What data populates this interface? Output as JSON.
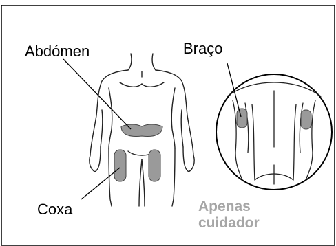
{
  "labels": {
    "abdomen": "Abdómen",
    "arm": "Braço",
    "thigh": "Coxa",
    "caregiver_only": "Apenas cuidador"
  },
  "colors": {
    "outline": "#222222",
    "injection_zone": "#9a9a9a",
    "caregiver_text": "#a6a6a6",
    "frame": "#000000"
  }
}
